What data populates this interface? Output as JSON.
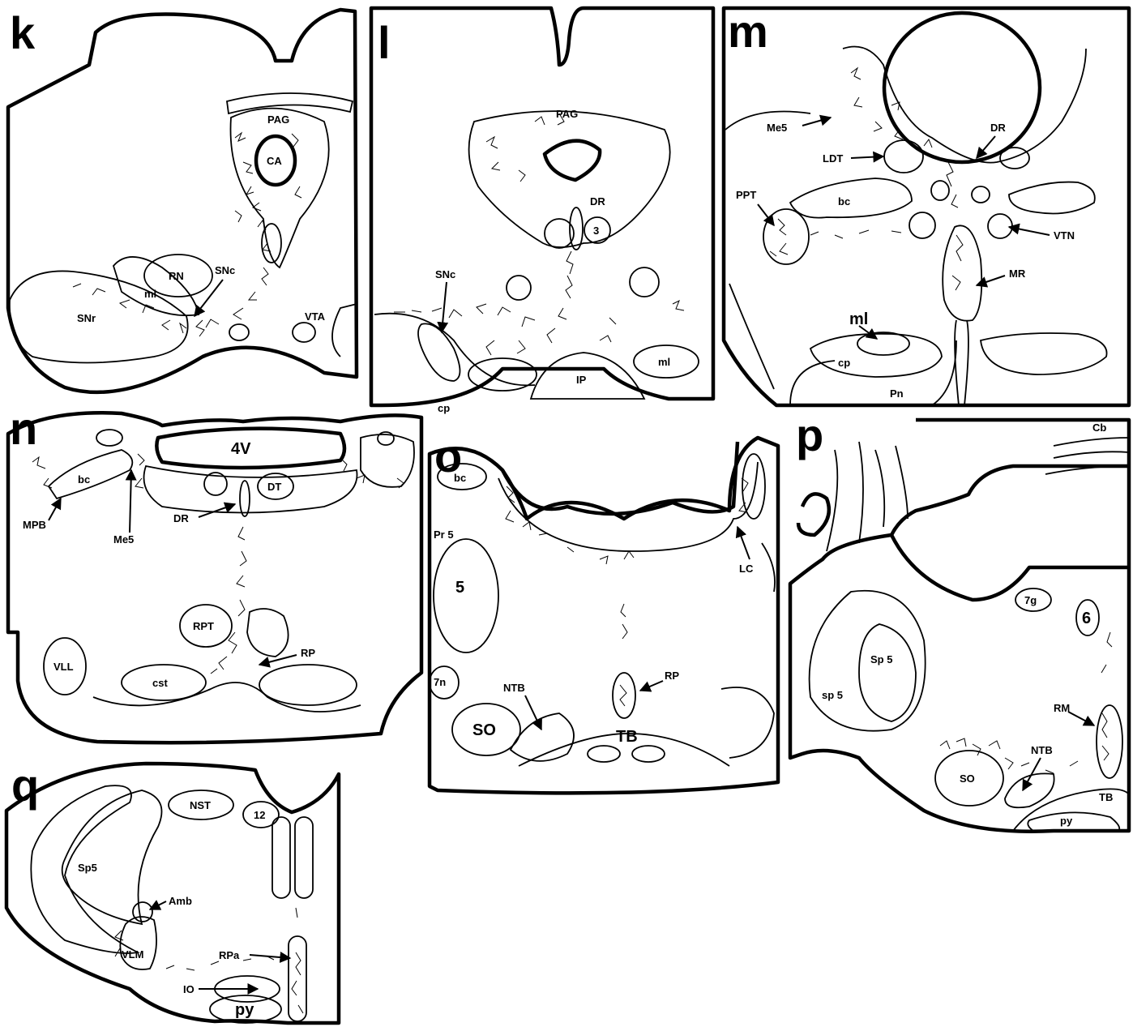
{
  "panels": {
    "k": {
      "letter": "k",
      "labels": {
        "PAG": "PAG",
        "CA": "CA",
        "RN": "RN",
        "ml": "ml",
        "SNc": "SNc",
        "SNr": "SNr",
        "VTA": "VTA"
      }
    },
    "l": {
      "letter": "l",
      "labels": {
        "PAG": "PAG",
        "DR": "DR",
        "three": "3",
        "SNc": "SNc",
        "IP": "IP",
        "ml": "ml",
        "cp": "cp"
      }
    },
    "m": {
      "letter": "m",
      "labels": {
        "Me5": "Me5",
        "DR": "DR",
        "LDT": "LDT",
        "PPT": "PPT",
        "bc": "bc",
        "VTN": "VTN",
        "MR": "MR",
        "ml": "ml",
        "cp": "cp",
        "Pn": "Pn"
      }
    },
    "n": {
      "letter": "n",
      "labels": {
        "4V": "4V",
        "bc": "bc",
        "DT": "DT",
        "DR": "DR",
        "MPB": "MPB",
        "Me5": "Me5",
        "RPT": "RPT",
        "RP": "RP",
        "VLL": "VLL",
        "cst": "cst"
      }
    },
    "o": {
      "letter": "o",
      "labels": {
        "bc": "bc",
        "Pr5": "Pr 5",
        "five": "5",
        "LC": "LC",
        "7n": "7n",
        "NTB": "NTB",
        "RP": "RP",
        "SO": "SO",
        "TB": "TB"
      }
    },
    "p": {
      "letter": "p",
      "labels": {
        "Cb": "Cb",
        "7g": "7g",
        "six": "6",
        "Sp5": "Sp 5",
        "sp5": "sp 5",
        "RM": "RM",
        "NTB": "NTB",
        "SO": "SO",
        "TB": "TB",
        "py": "py"
      }
    },
    "q": {
      "letter": "q",
      "labels": {
        "NST": "NST",
        "twelve": "12",
        "Sp5": "Sp5",
        "Amb": "Amb",
        "VLM": "VLM",
        "RPa": "RPa",
        "IO": "IO",
        "py": "py"
      }
    }
  }
}
